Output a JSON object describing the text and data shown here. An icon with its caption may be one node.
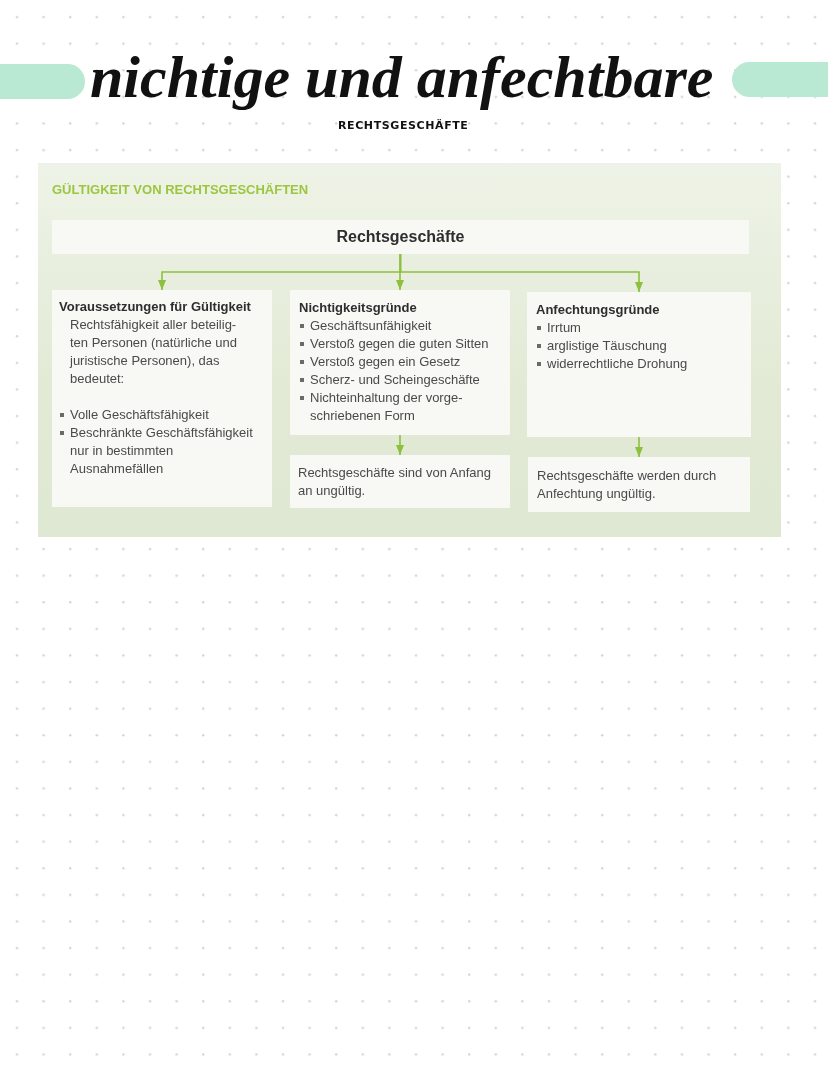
{
  "diagram": {
    "title": "nichtige und anfechtbare",
    "nodes": [
      {
        "text": [
          "GÜLTIGKEIT VON RECHTSGESCHÄFTEN"
        ]
      },
      {
        "text": [
          "Rechtsgeschäfte"
        ],
        "in": 0
      },
      {
        "text": [
          "Voraussetzungen für Gültigkeit",
          "Rechtsfähigkeit aller beteilig- ten Personen (natürliche und juristische Personen), das bedeutet:",
          "Volle Geschäftsfähigkeit",
          "Beschränkte Geschäftsfähigkeit nur in bestimmten Ausnahmefällen"
        ],
        "in": 0
      },
      {
        "text": [
          "Nichtigkeitsgründe",
          "Geschäftsunfähigkeit",
          "Verstoß gegen die guten Sitten",
          "Verstoß gegen ein Gesetz",
          "Scherz- und Scheingeschäfte",
          "Nichteinhaltung der vorge- schriebenen Form"
        ],
        "in": 0
      },
      {
        "text": [
          "Anfechtungsgründe",
          "Irrtum",
          "arglistige Täuschung",
          "widerrechtliche Drohung"
        ],
        "in": 0
      },
      {
        "text": [
          "Rechtsgeschäfte sind von Anfang an ungültig."
        ],
        "in": 0
      },
      {
        "text": [
          "Rechtsgeschäfte werden durch Anfechtung ungültig."
        ],
        "in": 0
      }
    ],
    "edges": [
      {
        "from": 1,
        "to": 2,
        "arrow": "to"
      },
      {
        "from": 1,
        "to": 3,
        "arrow": "to"
      },
      {
        "from": 1,
        "to": 4,
        "arrow": "to"
      },
      {
        "from": 3,
        "to": 5,
        "arrow": "to"
      },
      {
        "from": 4,
        "to": 6,
        "arrow": "to"
      }
    ],
    "labels": [
      "RECHTSGESCHÄFTE"
    ]
  }
}
